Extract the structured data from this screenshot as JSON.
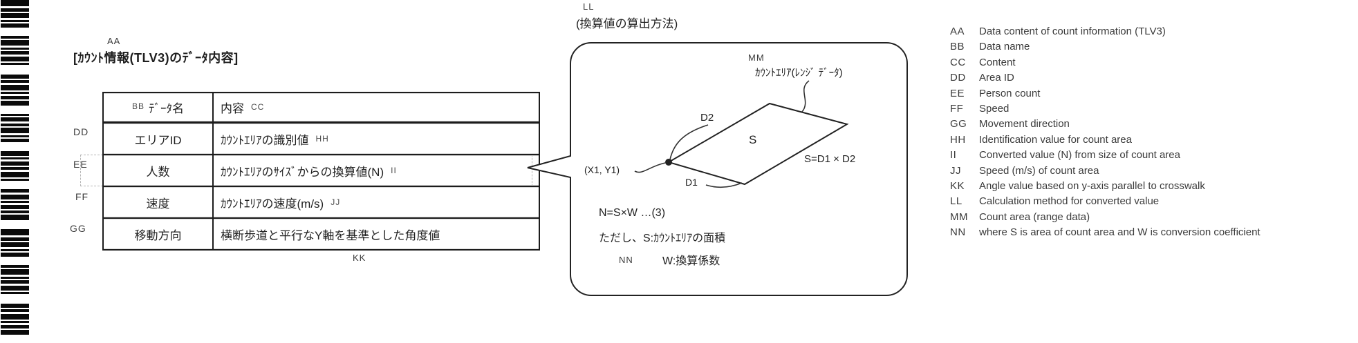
{
  "colors": {
    "ink": "#1f1f1f",
    "legend_text": "#3a3a3a",
    "highlight_dash": "#b4b4b4"
  },
  "barcode": {
    "icon": "barcode-strip",
    "pattern": [
      9,
      3,
      5,
      2,
      7,
      3,
      3,
      2,
      6,
      12,
      4,
      2,
      8,
      3,
      3,
      2,
      5,
      3,
      7,
      2,
      3,
      14,
      6,
      2,
      4,
      3,
      8,
      2,
      3,
      3,
      5,
      2,
      7,
      12,
      3,
      2,
      6,
      3,
      4,
      2,
      8,
      3,
      3,
      2,
      5,
      13,
      7,
      2,
      3,
      3,
      6,
      2,
      4,
      3,
      8,
      2,
      3,
      12,
      5,
      3,
      7,
      2,
      3,
      3,
      6,
      2,
      4,
      2,
      8,
      13
    ]
  },
  "header": {
    "ref": "AA",
    "title": "[ｶｳﾝﾄ情報(TLV3)のﾃﾞｰﾀ内容]"
  },
  "table": {
    "header_ref_name": "BB",
    "col_name": "ﾃﾞｰﾀ名",
    "col_content": "内容",
    "header_ref_content": "CC",
    "rows": [
      {
        "side_ref": "DD",
        "name": "エリアID",
        "content": "ｶｳﾝﾄｴﾘｱの識別値",
        "content_ref": "HH"
      },
      {
        "side_ref": "EE",
        "name": "人数",
        "content": "ｶｳﾝﾄｴﾘｱのｻｲｽﾞからの換算値(N)",
        "content_ref": "II"
      },
      {
        "side_ref": "FF",
        "name": "速度",
        "content": "ｶｳﾝﾄｴﾘｱの速度(m/s)",
        "content_ref": "JJ"
      },
      {
        "side_ref": "GG",
        "name": "移動方向",
        "content": "横断歩道と平行なY軸を基準とした角度値",
        "content_ref": ""
      }
    ],
    "bottom_ref": "KK"
  },
  "callout": {
    "ref": "LL",
    "title": "(換算値の算出方法)",
    "area_ref": "MM",
    "area_label": "ｶｳﾝﾄｴﾘｱ(ﾚﾝｼﾞ ﾃﾞｰﾀ)",
    "d2_label": "D2",
    "d1_label": "D1",
    "s_label": "S",
    "area_formula": "S=D1 × D2",
    "point_label": "(X1, Y1)",
    "formula": "N=S×W …(3)",
    "condition": "ただし、S:ｶｳﾝﾄｴﾘｱの面積",
    "nn_ref": "NN",
    "w_line": "W:換算係数"
  },
  "legend": {
    "items": [
      {
        "code": "AA",
        "text": "Data content of count information (TLV3)"
      },
      {
        "code": "BB",
        "text": "Data name"
      },
      {
        "code": "CC",
        "text": "Content"
      },
      {
        "code": "DD",
        "text": "Area ID"
      },
      {
        "code": "EE",
        "text": "Person count"
      },
      {
        "code": "FF",
        "text": "Speed"
      },
      {
        "code": "GG",
        "text": "Movement direction"
      },
      {
        "code": "HH",
        "text": "Identification value for count area"
      },
      {
        "code": "II",
        "text": "Converted value (N) from size of count area"
      },
      {
        "code": "JJ",
        "text": "Speed (m/s) of count area"
      },
      {
        "code": "KK",
        "text": "Angle value based on y-axis parallel to crosswalk"
      },
      {
        "code": "LL",
        "text": "Calculation method for converted value"
      },
      {
        "code": "MM",
        "text": "Count area (range data)"
      },
      {
        "code": "NN",
        "text": "where S is area of count area and W is conversion coefficient"
      }
    ]
  }
}
